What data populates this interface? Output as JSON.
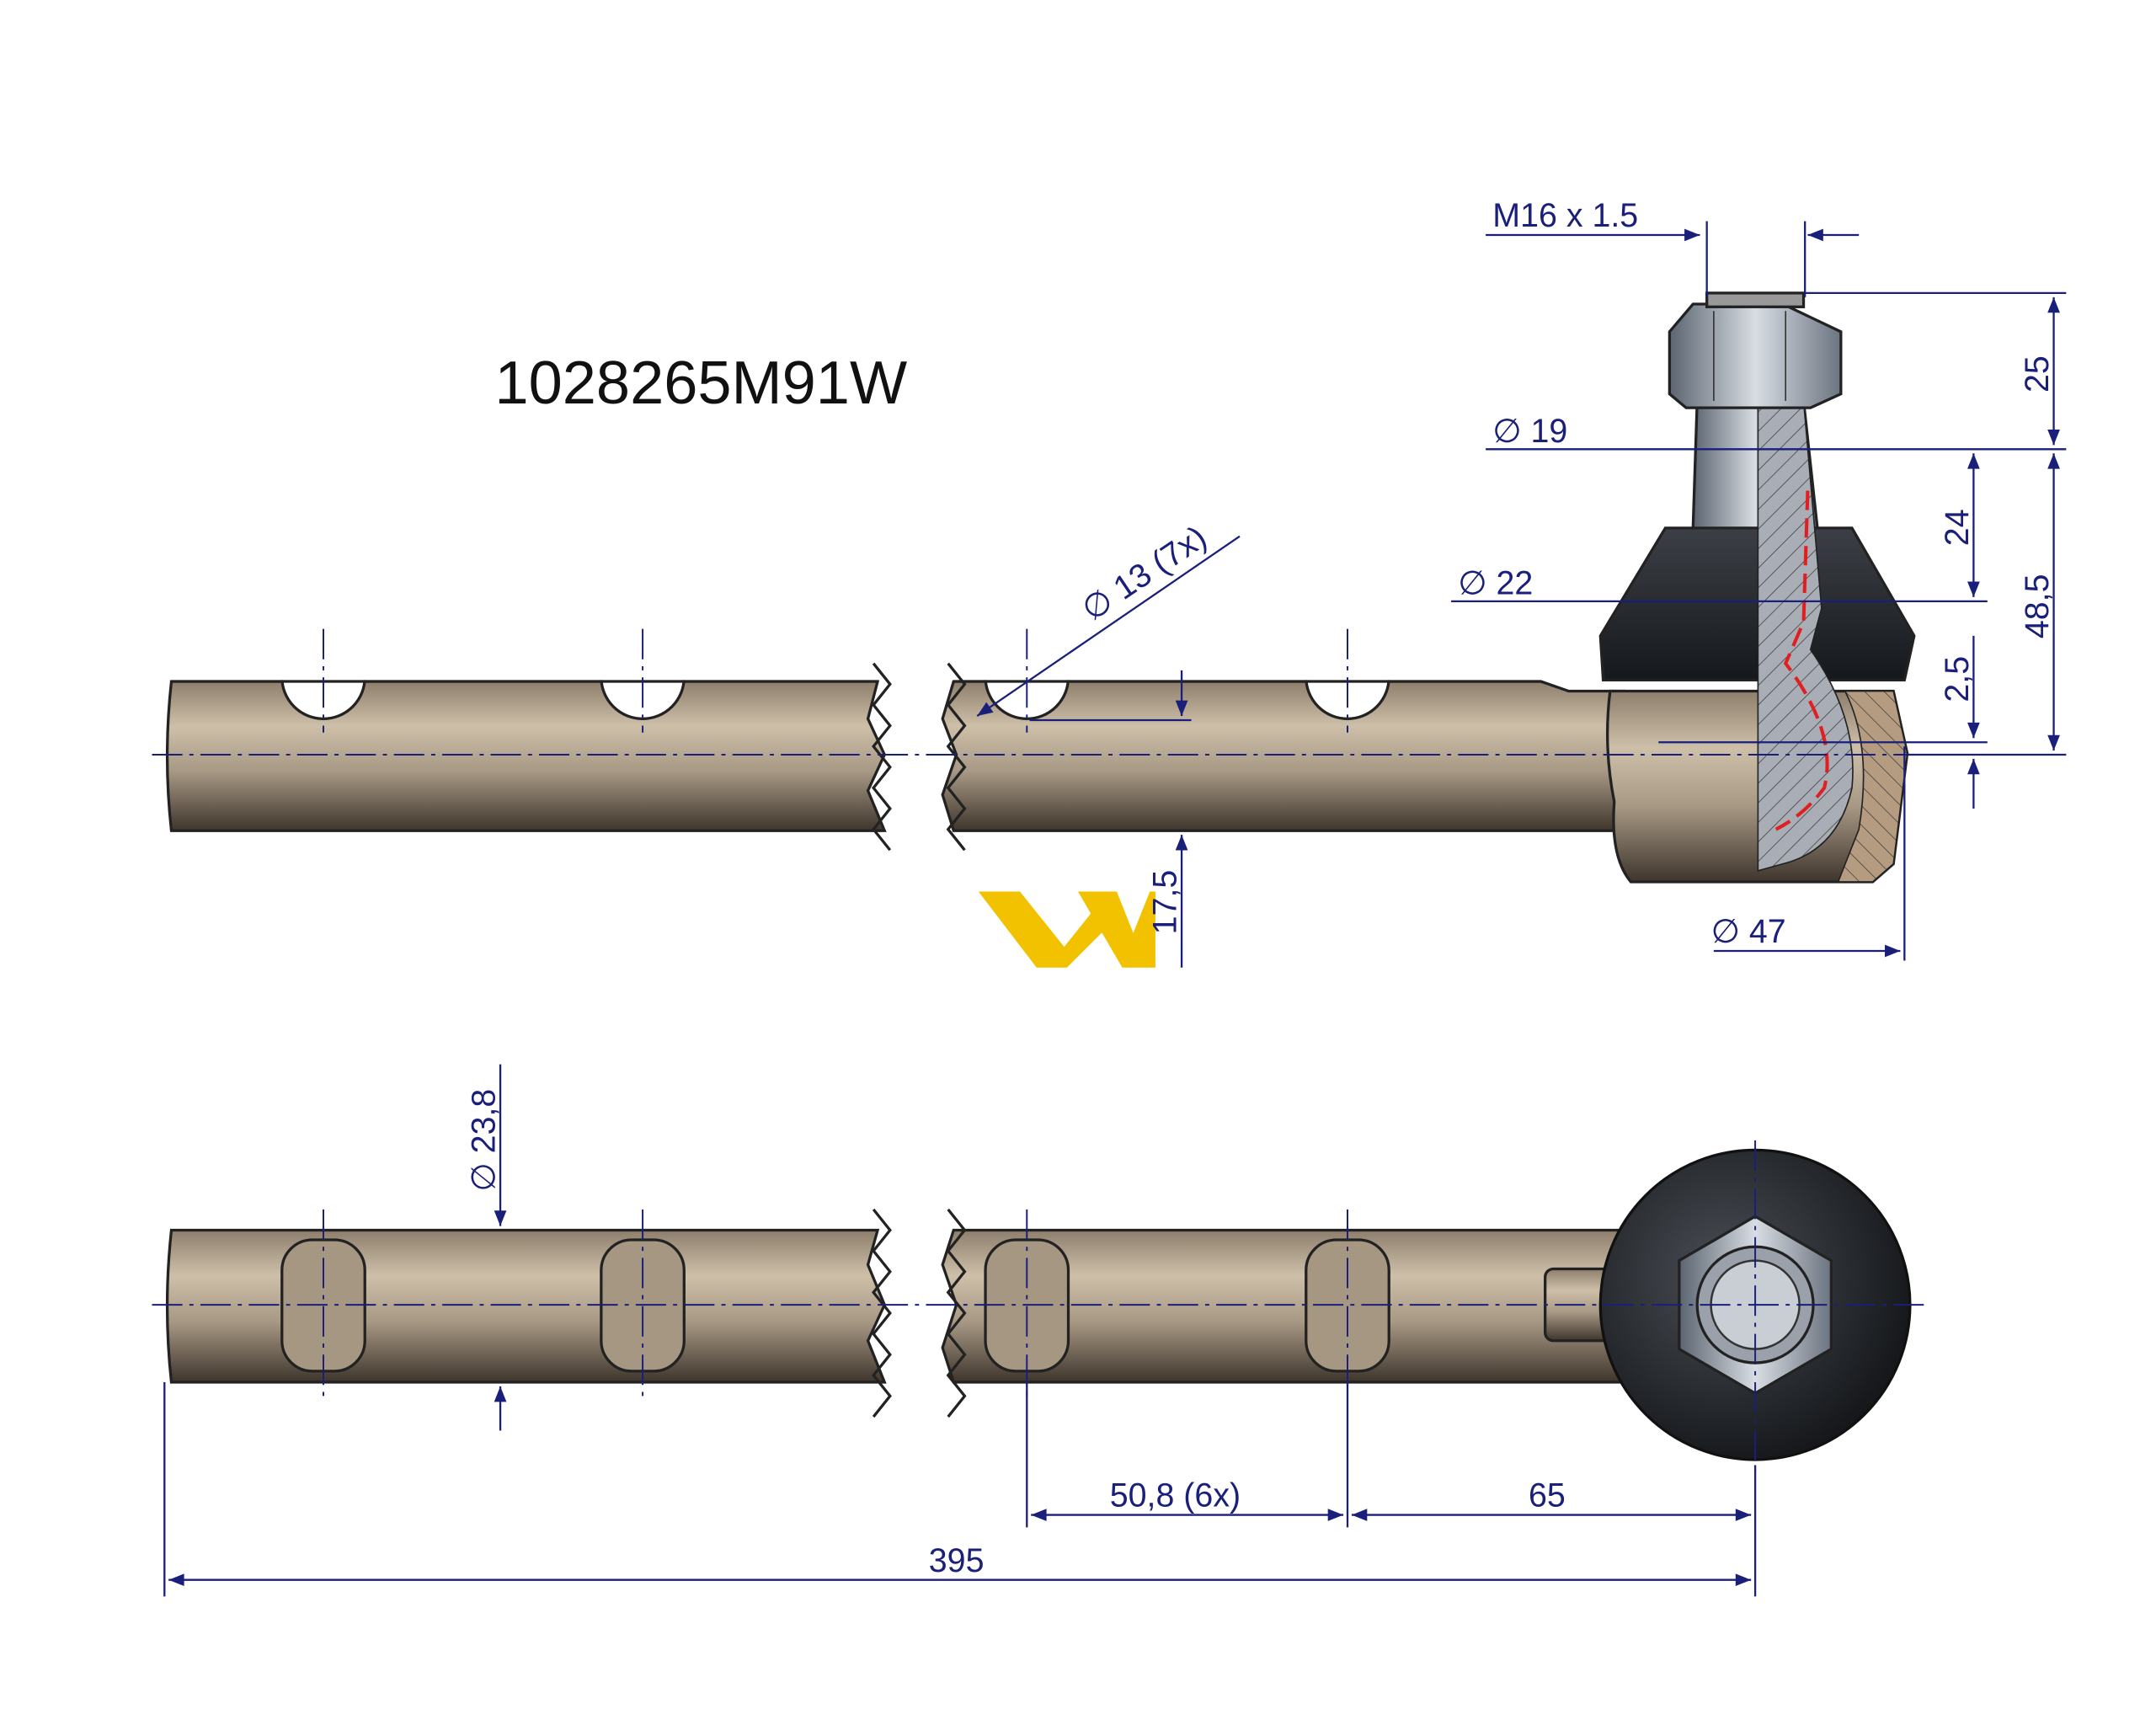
{
  "part_number": "1028265M91W",
  "dimensions": {
    "thread": "M16 x 1.5",
    "nut_height": "25",
    "pin_diameter": "∅ 19",
    "pin_length": "24",
    "total_height": "48,5",
    "boot_diameter": "∅ 22",
    "offset": "2,5",
    "housing_diameter": "∅ 47",
    "hole_diameter": "∅ 13  (7x)",
    "rod_half_height": "17,5",
    "rod_diameter": "∅ 23,8",
    "hole_pitch": "50,8  (6x)",
    "end_distance": "65",
    "overall_length": "395"
  },
  "colors": {
    "dimension": "#1a1f7a",
    "logo": "#f2c200",
    "section_line": "#e02020"
  }
}
